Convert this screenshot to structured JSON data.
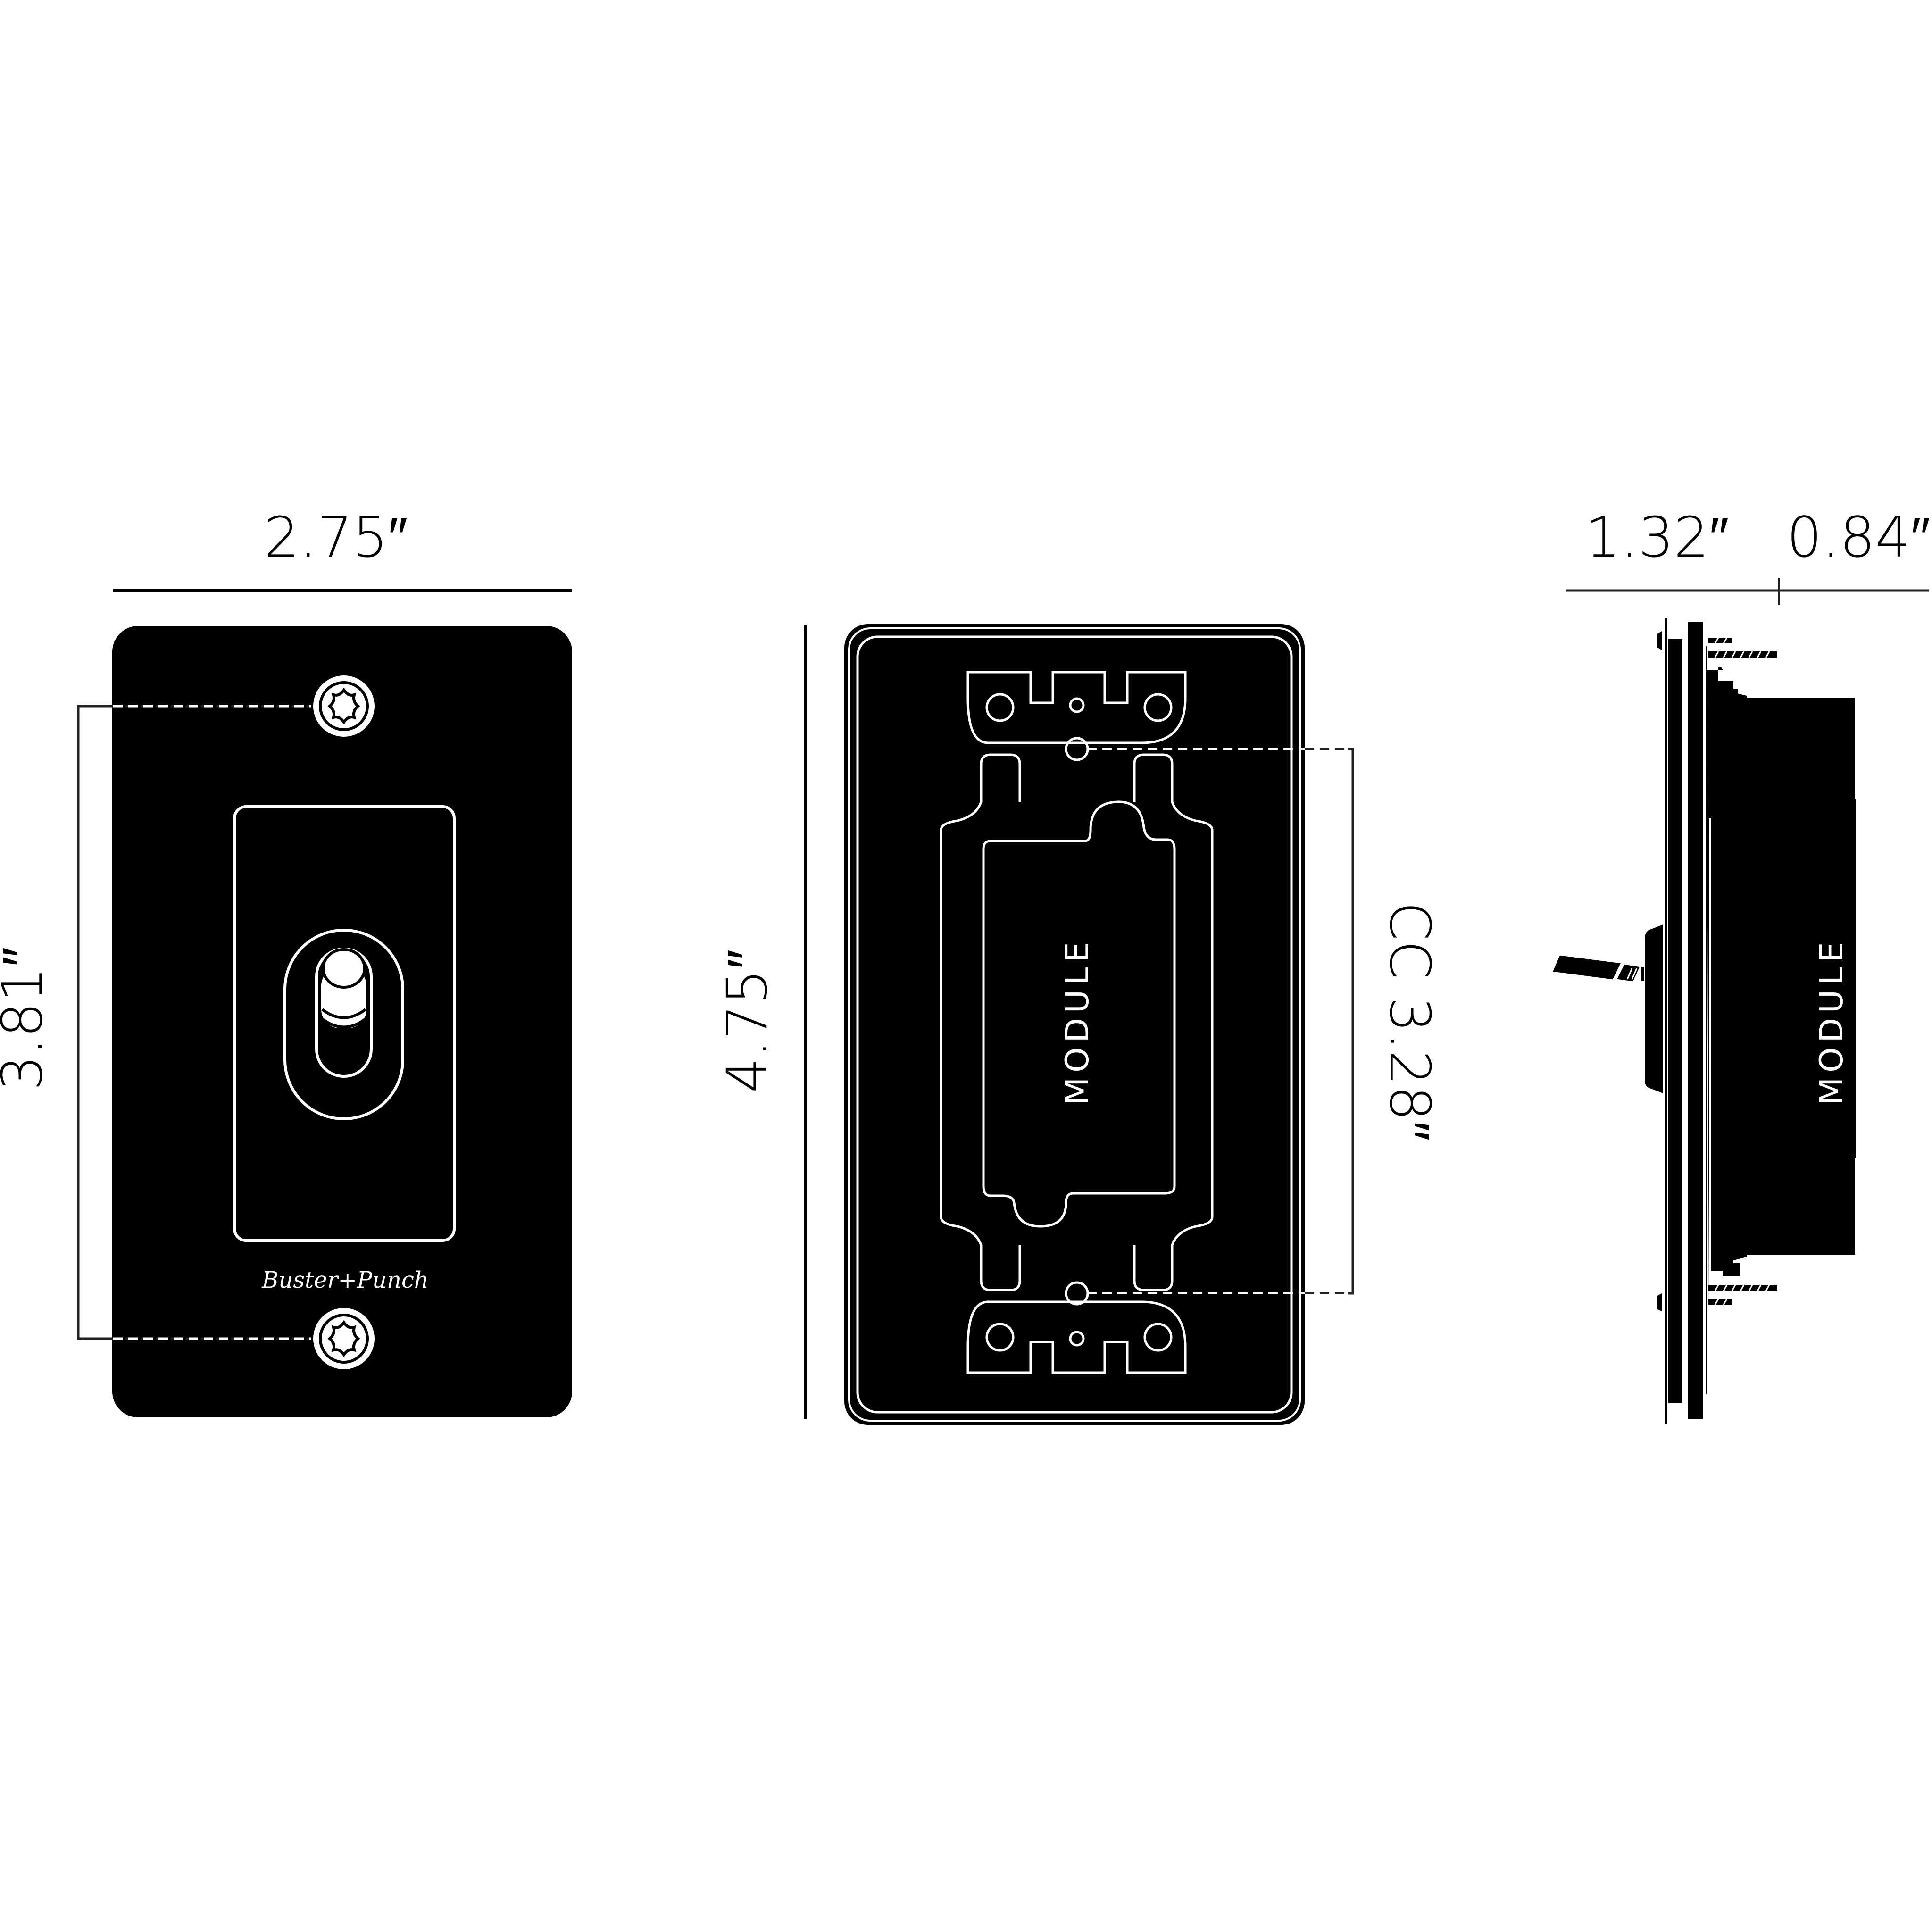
{
  "colors": {
    "background": "#ffffff",
    "plate": "#000000",
    "outline": "#ffffff",
    "dimension_line": "#222222"
  },
  "front_view": {
    "width_label": "2.75″",
    "screw_spacing_label": "3.81″",
    "brand_logo": "Buster+Punch",
    "screw_icon": "torx-screw-icon",
    "switch_icon": "toggle-switch-icon"
  },
  "back_view": {
    "height_label": "4.75″",
    "center_to_center_label": "CC 3.28″",
    "module_label": "MODULE"
  },
  "side_view": {
    "front_depth_label": "1.32″",
    "rear_depth_label": "0.84″",
    "module_label": "MODULE"
  }
}
